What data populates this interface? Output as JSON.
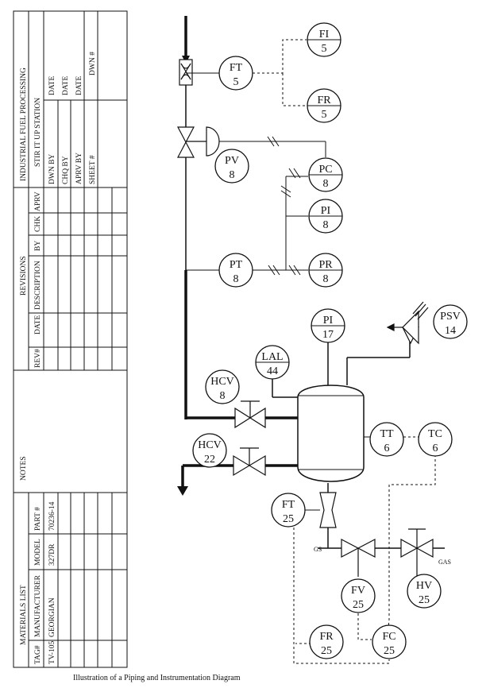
{
  "title_block": {
    "company": "INDUSTRIAL FUEL PROCESSING",
    "station": "STIR IT UP STATION",
    "fields": [
      {
        "label": "DWN BY",
        "value": "DATE"
      },
      {
        "label": "CHQ BY",
        "value": "DATE"
      },
      {
        "label": "APRV BY",
        "value": "DATE"
      },
      {
        "label": "SHEET #",
        "value": ""
      }
    ],
    "dwn_label": "DWN #"
  },
  "revisions": {
    "title": "REVISIONS",
    "headers": [
      "REV#",
      "DATE",
      "DESCRIPTION",
      "BY",
      "CHK",
      "APRV"
    ]
  },
  "notes_label": "NOTES",
  "materials": {
    "title": "MATERIALS LIST",
    "headers": [
      "TAG#",
      "MANUFACTURER",
      "MODEL",
      "PART #"
    ],
    "rows": [
      {
        "tag": "TV-105",
        "manufacturer": "GEORGIAN",
        "model": "327DR",
        "part": "70236-14"
      }
    ]
  },
  "instruments": {
    "fi5": {
      "code": "FI",
      "num": "5"
    },
    "ft5": {
      "code": "FT",
      "num": "5"
    },
    "fr5": {
      "code": "FR",
      "num": "5"
    },
    "pv8": {
      "code": "PV",
      "num": "8"
    },
    "pc8": {
      "code": "PC",
      "num": "8"
    },
    "pi8": {
      "code": "PI",
      "num": "8"
    },
    "pt8": {
      "code": "PT",
      "num": "8"
    },
    "pr8": {
      "code": "PR",
      "num": "8"
    },
    "psv14": {
      "code": "PSV",
      "num": "14"
    },
    "pi17": {
      "code": "PI",
      "num": "17"
    },
    "lal44": {
      "code": "LAL",
      "num": "44"
    },
    "hcv8": {
      "code": "HCV",
      "num": "8"
    },
    "hcv22": {
      "code": "HCV",
      "num": "22"
    },
    "tt6": {
      "code": "TT",
      "num": "6"
    },
    "tc6": {
      "code": "TC",
      "num": "6"
    },
    "ft25": {
      "code": "FT",
      "num": "25"
    },
    "fv25": {
      "code": "FV",
      "num": "25"
    },
    "hv25": {
      "code": "HV",
      "num": "25"
    },
    "fr25": {
      "code": "FR",
      "num": "25"
    },
    "fc25": {
      "code": "FC",
      "num": "25"
    }
  },
  "line_labels": {
    "gs": "GS",
    "gas": "GAS"
  },
  "caption": "Illustration of a Piping and Instrumentation Diagram"
}
